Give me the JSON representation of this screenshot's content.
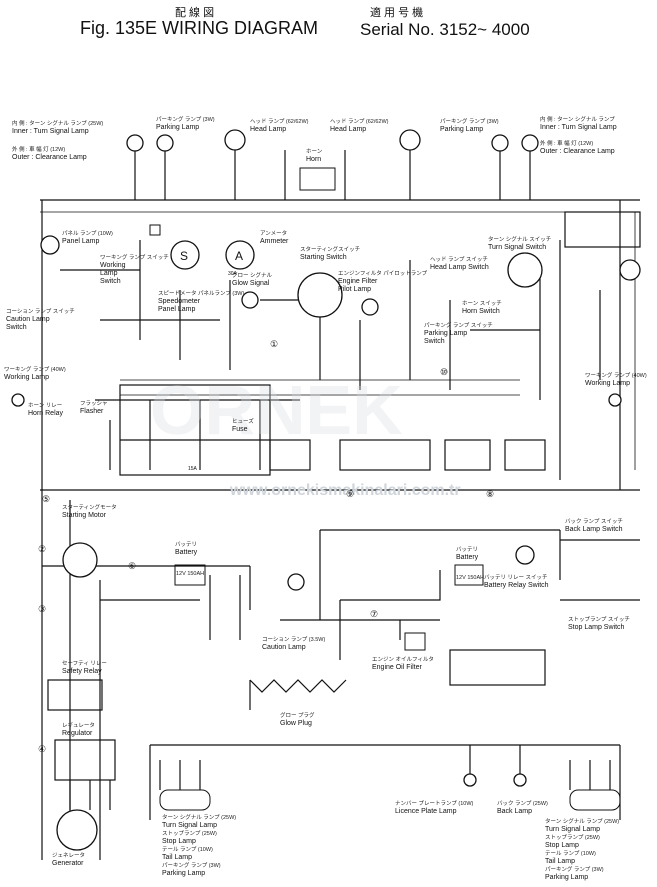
{
  "header": {
    "jp_title": "配 線 図",
    "fig_title": "Fig. 135E   WIRING DIAGRAM",
    "jp_model": "適 用 号 機",
    "serial": "Serial No. 3152~ 4000"
  },
  "watermark": {
    "brand": "ORNEK",
    "url": "www.ornekismakinalari.com.tr"
  },
  "components": {
    "turn_signal_left": {
      "jp": "内 側 : ターン シグナル ランプ (25W)",
      "en": "Inner : Turn Signal Lamp"
    },
    "clearance_left": {
      "jp": "外 側 : 車 幅 灯 (12W)",
      "en": "Outer : Clearance Lamp"
    },
    "parking_left": {
      "jp": "パーキング ランプ (3W)",
      "en": "Parking Lamp"
    },
    "head_left": {
      "jp": "ヘッド ランプ (62/62W)",
      "en": "Head Lamp"
    },
    "head_right": {
      "jp": "ヘッド ランプ (62/62W)",
      "en": "Head Lamp"
    },
    "parking_right": {
      "jp": "パーキング ランプ (3W)",
      "en": "Parking Lamp"
    },
    "turn_signal_right": {
      "jp": "内 側 : ターン シグナル ランプ",
      "en": "Inner : Turn Signal Lamp"
    },
    "clearance_right": {
      "jp": "外 側 : 車 幅 灯 (12W)",
      "en": "Outer : Clearance Lamp"
    },
    "horn": {
      "jp": "ホーン",
      "en": "Horn"
    },
    "panel_lamp": {
      "jp": "パネル ランプ (10W)",
      "en": "Panel Lamp"
    },
    "working_lamp_switch": {
      "jp": "ワーキング ランプ スイッチ",
      "en": "Working Lamp Switch"
    },
    "speedometer": {
      "jp": "スピードメータ パネルランプ (3W)",
      "en": "Speedometer Panel Lamp"
    },
    "ammeter": {
      "jp": "アンメータ",
      "en": "Ammeter"
    },
    "starting_switch": {
      "jp": "スターティングスイッチ",
      "en": "Starting Switch"
    },
    "glow_signal": {
      "jp": "グロー シグナル",
      "en": "Glow Signal"
    },
    "engine_filter_pilot": {
      "jp": "エンジンフィルタ パイロットランプ",
      "en": "Engine Filter Pilot Lamp"
    },
    "head_lamp_switch": {
      "jp": "ヘッド ランプ スイッチ",
      "en": "Head Lamp Switch"
    },
    "turn_signal_switch": {
      "jp": "ターン シグナル スイッチ",
      "en": "Turn Signal Switch"
    },
    "caution_lamp_switch": {
      "jp": "コーション ランプ スイッチ",
      "en": "Caution Lamp Switch"
    },
    "horn_switch": {
      "jp": "ホーン スイッチ",
      "en": "Horn Switch"
    },
    "parking_lamp_switch": {
      "jp": "パーキング ランプ スイッチ",
      "en": "Parking Lamp Switch"
    },
    "working_lamp_left": {
      "jp": "ワーキング ランプ (40W)",
      "en": "Working Lamp"
    },
    "working_lamp_right": {
      "jp": "ワーキング ランプ (40W)",
      "en": "Working Lamp"
    },
    "horn_relay": {
      "jp": "ホーン リレー",
      "en": "Horn Relay"
    },
    "flasher": {
      "jp": "フラッシャ",
      "en": "Flasher"
    },
    "fuse": {
      "jp": "ヒューズ",
      "en": "Fuse"
    },
    "starting_motor": {
      "jp": "スターティングモータ",
      "en": "Starting Motor"
    },
    "battery_1": {
      "jp": "バッテリ",
      "en": "Battery",
      "rating": "12V 150AH"
    },
    "battery_2": {
      "jp": "バッテリ",
      "en": "Battery",
      "rating": "12V 150AH"
    },
    "battery_relay_switch": {
      "jp": "バッテリ リレー スイッチ",
      "en": "Battery Relay Switch"
    },
    "back_lamp_switch": {
      "jp": "バック ランプ スイッチ",
      "en": "Back Lamp Switch"
    },
    "stop_lamp_switch": {
      "jp": "ストップランプ スイッチ",
      "en": "Stop Lamp Switch"
    },
    "caution_lamp": {
      "jp": "コーション ランプ (3.5W)",
      "en": "Caution Lamp"
    },
    "engine_oil_filter": {
      "jp": "エンジン オイルフィルタ",
      "en": "Engine Oil Filter"
    },
    "safety_relay": {
      "jp": "セーフティ リレー",
      "en": "Safety Relay"
    },
    "glow_plug": {
      "jp": "グロー プラグ",
      "en": "Glow Plug"
    },
    "regulator": {
      "jp": "レギュレータ",
      "en": "Regulator"
    },
    "generator": {
      "jp": "ジェネレータ",
      "en": "Generator"
    },
    "licence_plate": {
      "jp": "ナンバー プレートランプ (10W)",
      "en": "Licence Plate Lamp"
    },
    "back_lamp": {
      "jp": "バック ランプ (25W)",
      "en": "Back Lamp"
    },
    "rear_left_turn": {
      "jp": "ターン シグナル ランプ (25W)",
      "en": "Turn Signal Lamp"
    },
    "rear_left_stop": {
      "jp": "ストップランプ (25W)",
      "en": "Stop Lamp"
    },
    "rear_left_tail": {
      "jp": "テール ランプ (10W)",
      "en": "Tail Lamp"
    },
    "rear_left_parking": {
      "jp": "パーキング ランプ (3W)",
      "en": "Parking Lamp"
    },
    "rear_right_turn": {
      "jp": "ターン シグナル ランプ (25W)",
      "en": "Turn Signal Lamp"
    },
    "rear_right_stop": {
      "jp": "ストップランプ (25W)",
      "en": "Stop Lamp"
    },
    "rear_right_tail": {
      "jp": "テール ランプ (10W)",
      "en": "Tail Lamp"
    },
    "rear_right_parking": {
      "jp": "パーキング ランプ (3W)",
      "en": "Parking Lamp"
    }
  },
  "symbols": {
    "speedometer_letter": "S",
    "ammeter_letter": "A",
    "ammeter_range": "30A",
    "fuse_rating": "15A"
  },
  "circle_numbers": [
    "①",
    "②",
    "③",
    "④",
    "⑤",
    "⑥",
    "⑦",
    "⑧",
    "⑨",
    "⑩"
  ],
  "colors": {
    "ink": "#111111",
    "watermark": "#d8dde3"
  }
}
